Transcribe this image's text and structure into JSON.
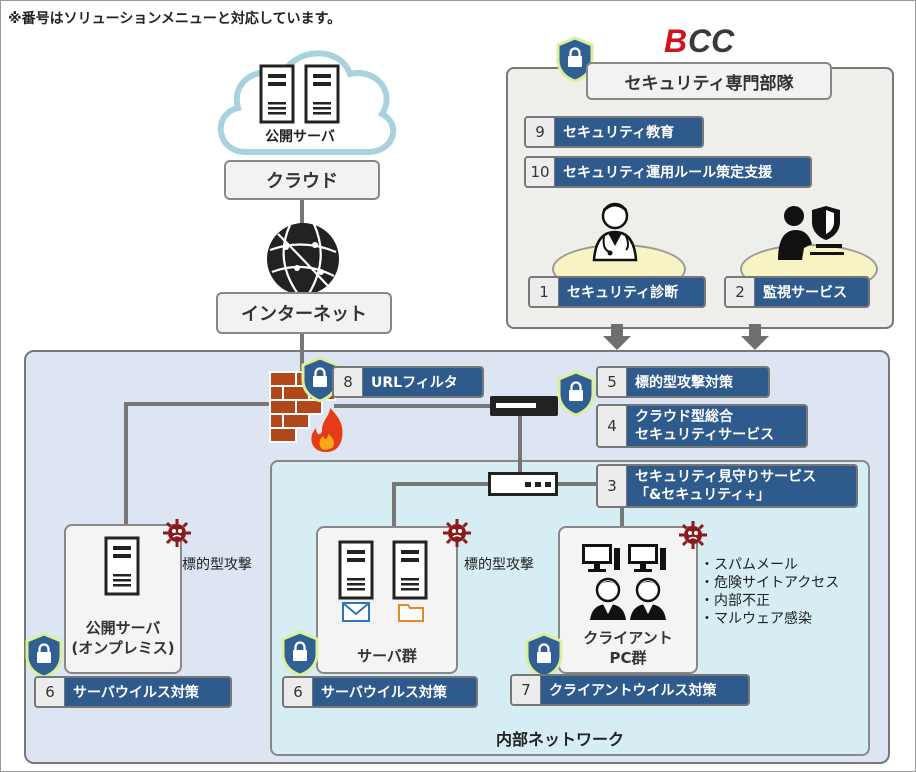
{
  "note": "※番号はソリューションメニューと対応しています。",
  "brand_logo": "BCC",
  "cloud": {
    "server_label": "公開サーバ",
    "plate": "クラウド"
  },
  "internet": {
    "plate": "インターネット"
  },
  "security_team": {
    "title": "セキュリティ専門部隊",
    "items": [
      {
        "num": "9",
        "label": "セキュリティ教育"
      },
      {
        "num": "10",
        "label": "セキュリティ運用ルール策定支援"
      },
      {
        "num": "1",
        "label": "セキュリティ診断"
      },
      {
        "num": "2",
        "label": "監視サービス"
      }
    ]
  },
  "perimeter": {
    "url_filter": {
      "num": "8",
      "label": "URLフィルタ"
    },
    "targeted": {
      "num": "5",
      "label": "標的型攻撃対策"
    },
    "cloud_service": {
      "num": "4",
      "line1": "クラウド型総合",
      "line2": "セキュリティサービス"
    },
    "watch": {
      "num": "3",
      "line1": "セキュリティ見守りサービス",
      "line2": "「&セキュリティ+」"
    }
  },
  "onprem": {
    "label_line1": "公開サーバ",
    "label_line2": "(オンプレミス)",
    "attack": "標的型攻撃",
    "badge": {
      "num": "6",
      "label": "サーバウイルス対策"
    }
  },
  "servers": {
    "label": "サーバ群",
    "attack": "標的型攻撃",
    "badge": {
      "num": "6",
      "label": "サーバウイルス対策"
    }
  },
  "clients": {
    "label_line1": "クライアント",
    "label_line2": "PC群",
    "threats": [
      "スパムメール",
      "危険サイトアクセス",
      "内部不正",
      "マルウェア感染"
    ],
    "badge": {
      "num": "7",
      "label": "クライアントウイルス対策"
    }
  },
  "internal_network": {
    "label": "内部ネットワーク"
  },
  "colors": {
    "badge_blue": "#2e5a8c",
    "shield": "#2f5f93",
    "virus": "#8b1a1a",
    "cloud_outline": "#a8d2de"
  }
}
